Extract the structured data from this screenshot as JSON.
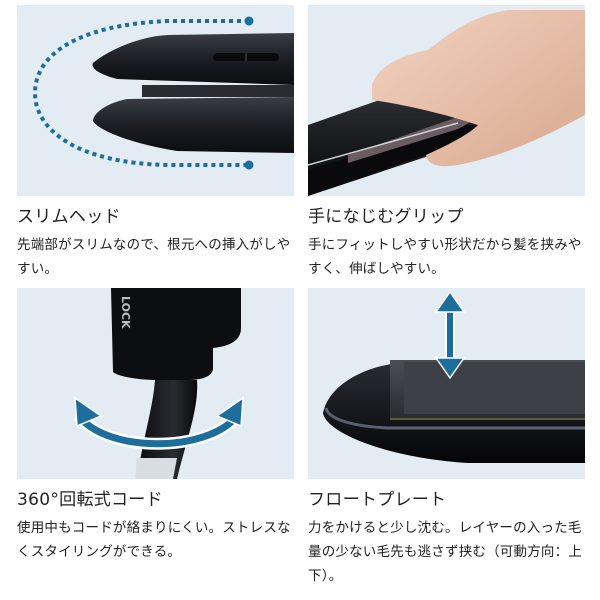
{
  "features": [
    {
      "title": "スリムヘッド",
      "description": "先端部がスリムなので、根元への挿入がしやすい。",
      "image": "slim-head-illustration"
    },
    {
      "title": "手になじむグリップ",
      "description": "手にフィットしやすい形状だから髪を挟みやすく、伸ばしやすい。",
      "image": "hand-grip-photo"
    },
    {
      "title": "360°回転式コード",
      "description": "使用中もコードが絡まりにくい。ストレスなくスタイリングができる。",
      "image": "rotating-cord-photo",
      "product_label": "LOCK"
    },
    {
      "title": "フロートプレート",
      "description": "力をかけると少し沈む。レイヤーの入った毛量の少ない毛先も逃さず挟む（可動方向：上下）。",
      "image": "float-plate-photo"
    }
  ],
  "colors": {
    "panel_bg": "#e3ebf3",
    "accent_blue": "#1d6e9c",
    "device_black": "#1a1c22"
  }
}
